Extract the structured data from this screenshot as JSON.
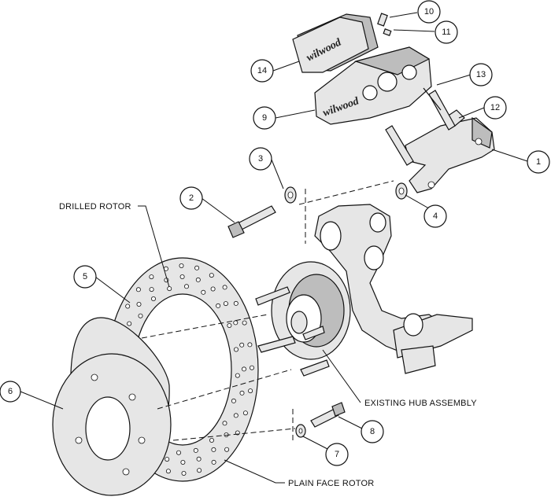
{
  "callouts": [
    {
      "id": "1"
    },
    {
      "id": "2"
    },
    {
      "id": "3"
    },
    {
      "id": "4"
    },
    {
      "id": "5"
    },
    {
      "id": "6"
    },
    {
      "id": "7"
    },
    {
      "id": "8"
    },
    {
      "id": "9"
    },
    {
      "id": "10"
    },
    {
      "id": "11"
    },
    {
      "id": "12"
    },
    {
      "id": "13"
    },
    {
      "id": "14"
    }
  ],
  "labels": {
    "drilled_rotor": "DRILLED ROTOR",
    "existing_hub": "EXISTING HUB ASSEMBLY",
    "plain_face_rotor": "PLAIN FACE ROTOR"
  },
  "brand": {
    "pad_logo": "wilwood",
    "caliper_logo": "wilwood"
  },
  "colors": {
    "line": "#111111",
    "part_fill": "#e6e6e6",
    "part_shade": "#bdbdbd",
    "background": "#ffffff"
  }
}
